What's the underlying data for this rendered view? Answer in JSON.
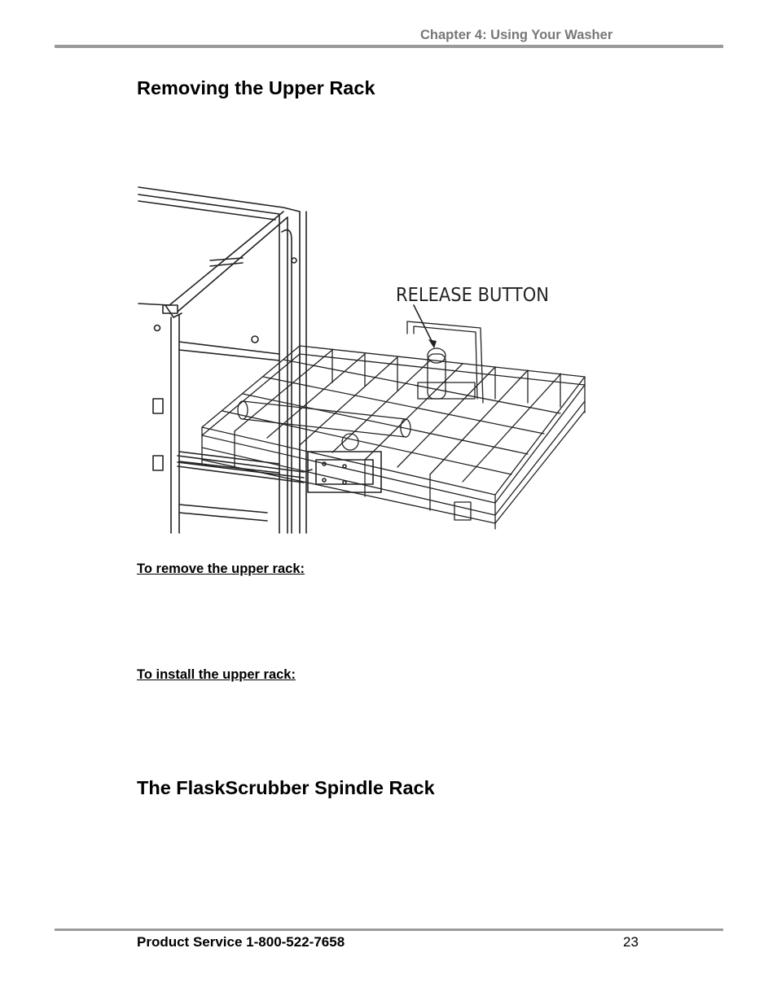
{
  "header": {
    "chapter": "Chapter 4: Using Your Washer"
  },
  "sections": {
    "removing_title": "Removing the Upper Rack",
    "remove_sub": "To remove the upper rack:",
    "install_sub": "To install the upper rack:",
    "flask_title": "The FlaskScrubber Spindle Rack"
  },
  "figure": {
    "callout": "RELEASE BUTTON"
  },
  "footer": {
    "service": "Product Service 1-800-522-7658",
    "page": "23"
  }
}
